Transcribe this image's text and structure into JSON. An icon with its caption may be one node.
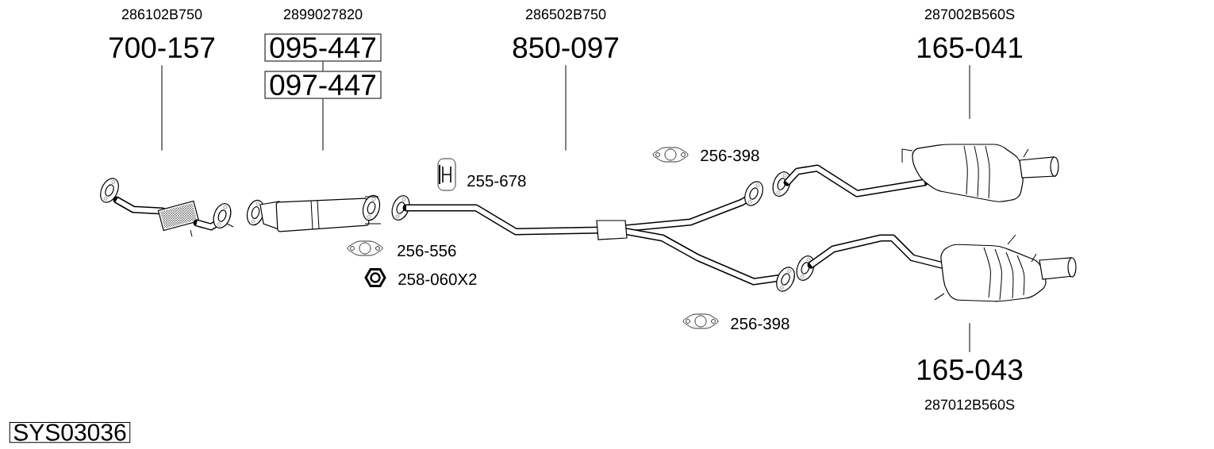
{
  "diagram": {
    "nodes": [
      {
        "text": [
          "700-157"
        ],
        "beside": [
          "286102B750"
        ]
      },
      {
        "text": [
          "095-447"
        ],
        "beside": [
          "2899027820"
        ]
      },
      {
        "text": [
          "097-447"
        ]
      },
      {
        "text": [
          "850-097"
        ],
        "beside": [
          "286502B750"
        ]
      },
      {
        "text": [
          "165-041"
        ],
        "beside": [
          "287002B560S"
        ]
      },
      {
        "text": [
          "165-043"
        ],
        "beside": [
          "287012B560S"
        ]
      },
      {
        "text": [],
        "shape": "picture"
      },
      {
        "text": [],
        "shape": "picture"
      },
      {
        "text": [],
        "shape": "picture"
      },
      {
        "text": [],
        "shape": "picture"
      },
      {
        "text": [],
        "shape": "picture"
      }
    ],
    "edges": [
      {
        "from": 0,
        "to": 6,
        "arrow": "none"
      },
      {
        "from": 1,
        "to": 2,
        "arrow": "none"
      },
      {
        "from": 2,
        "to": 7,
        "arrow": "none"
      },
      {
        "from": 3,
        "to": 8,
        "arrow": "none"
      },
      {
        "from": 4,
        "to": 9,
        "arrow": "none"
      },
      {
        "from": 5,
        "to": 10,
        "arrow": "none"
      }
    ],
    "labels": [
      "256-398",
      "255-678",
      "256-556",
      "258-060X2",
      "256-398",
      "SYS03036"
    ]
  }
}
